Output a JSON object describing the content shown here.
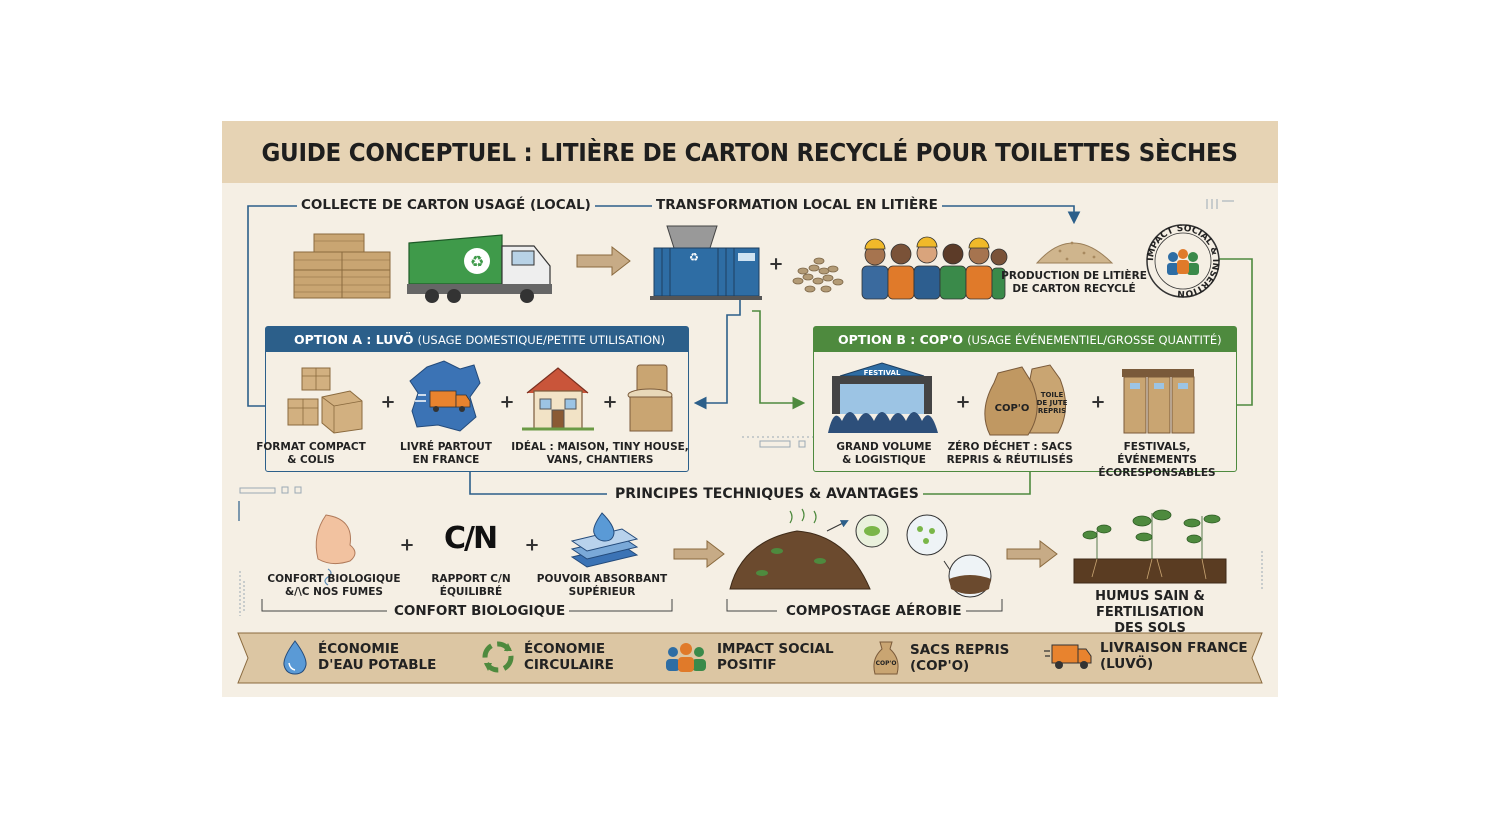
{
  "title": "GUIDE CONCEPTUEL : LITIÈRE DE CARTON RECYCLÉ POUR TOILETTES SÈCHES",
  "flow": {
    "collect_label": "COLLECTE DE CARTON USAGÉ (LOCAL)",
    "transform_label": "TRANSFORMATION LOCAL EN LITIÈRE",
    "production_label": "PRODUCTION DE LITIÈRE\nDE CARTON RECYCLÉ",
    "badge_text": "IMPACT SOCIAL & INSERTION",
    "principles_label": "PRINCIPES TECHNIQUES & AVANTAGES"
  },
  "option_a": {
    "title": "OPTION A : LUVÖ",
    "subtitle": "(USAGE DOMESTIQUE/PETITE UTILISATION)",
    "color": "#2c5f8a",
    "items": [
      {
        "caption": "FORMAT COMPACT\n& COLIS"
      },
      {
        "caption": "LIVRÉ PARTOUT\nEN FRANCE"
      },
      {
        "caption": "IDÉAL : MAISON, TINY HOUSE,\nVANS, CHANTIERS"
      }
    ]
  },
  "option_b": {
    "title": "OPTION B : COP'O",
    "subtitle": "(USAGE ÉVÉNEMENTIEL/GROSSE QUANTITÉ)",
    "color": "#4e8a3e",
    "festival_sign": "FESTIVAL",
    "sack_label_1": "COP'O",
    "sack_label_2": "TOILE\nDE JUTE\nREPRIS",
    "items": [
      {
        "caption": "GRAND VOLUME\n& LOGISTIQUE"
      },
      {
        "caption": "ZÉRO DÉCHET : SACS\nREPRIS & RÉUTILISÉS"
      },
      {
        "caption": "FESTIVALS, ÉVÉNEMENTS\nÉCORESPONSABLES"
      }
    ]
  },
  "principles": {
    "cn_symbol": "C/N",
    "items": [
      {
        "caption": "CONFORT BIOLOGIQUE\n&/\\C NOS FUMES"
      },
      {
        "caption": "RAPPORT C/N\nÉQUILIBRÉ"
      },
      {
        "caption": "POUVOIR ABSORBANT\nSUPÉRIEUR"
      }
    ],
    "group_label": "CONFORT BIOLOGIQUE",
    "compost_label": "COMPOSTAGE AÉROBIE",
    "humus_label": "HUMUS SAIN &\nFERTILISATION DES SOLS"
  },
  "banner": {
    "color": "#dcc6a3",
    "items": [
      {
        "icon": "water-drop-icon",
        "label": "ÉCONOMIE\nD'EAU POTABLE"
      },
      {
        "icon": "circular-arrows-icon",
        "label": "ÉCONOMIE\nCIRCULAIRE"
      },
      {
        "icon": "people-icon",
        "label": "IMPACT SOCIAL\nPOSITIF"
      },
      {
        "icon": "sack-icon",
        "label": "SACS REPRIS\n(COP'O)",
        "sack_text": "COP'O"
      },
      {
        "icon": "delivery-truck-icon",
        "label": "LIVRAISON FRANCE\n(LUVÖ)"
      }
    ]
  }
}
